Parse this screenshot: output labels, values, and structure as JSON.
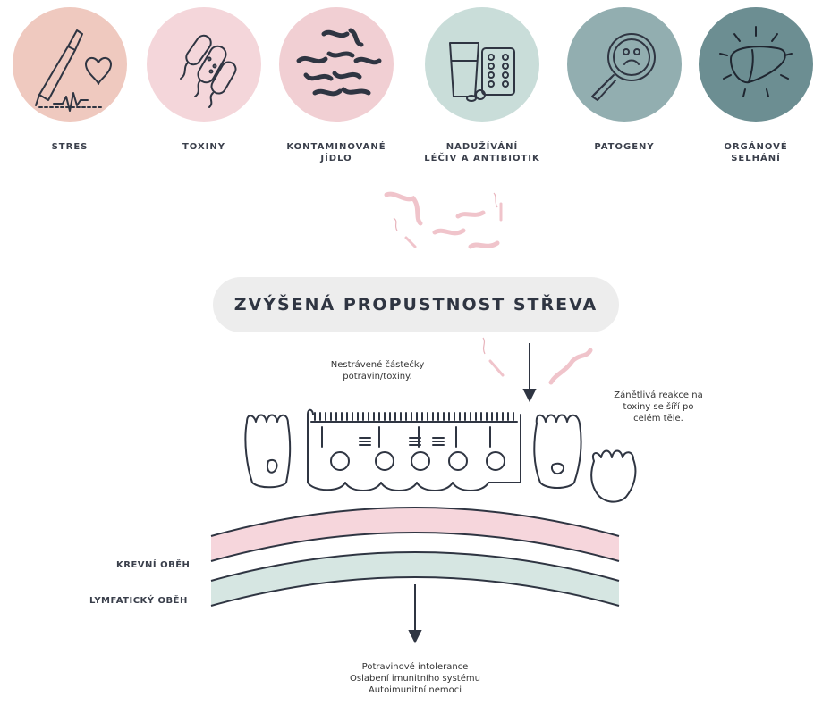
{
  "causes": [
    {
      "label": "STRES",
      "color": "#efc9bf",
      "icon": "scalpel-heart-icon"
    },
    {
      "label": "TOXINY",
      "color": "#f4d6da",
      "icon": "bacteria-icon"
    },
    {
      "label": "KONTAMINOVANÉ\nJÍDLO",
      "color": "#f1cfd3",
      "icon": "worms-icon"
    },
    {
      "label": "NADUŽÍVÁNÍ\nLÉČIV A ANTIBIOTIK",
      "color": "#c9ddd9",
      "icon": "glass-pills-icon"
    },
    {
      "label": "PATOGENY",
      "color": "#92aeb0",
      "icon": "magnifier-germ-icon"
    },
    {
      "label": "ORGÁNOVÉ\nSELHÁNÍ",
      "color": "#6c8e92",
      "icon": "liver-icon"
    }
  ],
  "banner": "ZVÝŠENÁ PROPUSTNOST STŘEVA",
  "note_particles": "Nestrávené částečky\npotravin/toxiny.",
  "note_inflammation": "Zánětlivá reakce na\ntoxiny se šíří po\ncelém těle.",
  "blood_label": "KREVNÍ OBĚH",
  "lymph_label": "LYMFATICKÝ OBĚH",
  "outcome": "Potravinové intolerance\nOslabení imunitního systému\nAutoimunitní nemoci",
  "colors": {
    "blood": "#f6d6dc",
    "lymph": "#d6e6e2",
    "line": "#2f3542",
    "particle": "#f0c4cb"
  }
}
